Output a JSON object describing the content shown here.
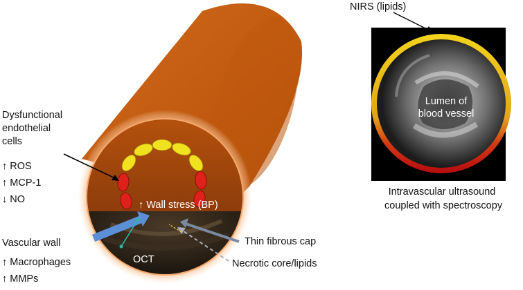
{
  "left_labels": {
    "dysfunctional": [
      "Dysfunctional",
      "endothelial",
      "cells"
    ],
    "markers": [
      "↑ ROS",
      "↑ MCP-1",
      "↓ NO"
    ],
    "vascular_wall": "Vascular wall",
    "wall_markers": [
      "↑ Macrophages",
      "↑ MMPs"
    ]
  },
  "vessel": {
    "wall_stress": "↑ Wall stress (BP)",
    "oct": "OCT",
    "thin_cap": "Thin fibrous cap",
    "necrotic": "Necrotic core/lipids"
  },
  "ivus": {
    "nirs_label": "NIRS (lipids)",
    "lumen_label": [
      "Lumen of",
      "blood vessel"
    ],
    "caption": [
      "Intravascular ultrasound",
      "coupled with spectroscopy"
    ]
  },
  "colors": {
    "vessel_orange": "#c0590f",
    "endothelial_yellow": "#f0e21e",
    "endothelial_red": "#e0201a",
    "nirs_ring_yellow": "#f2d21c",
    "nirs_ring_red": "#c01010",
    "probe_blue": "#5b8fd6"
  }
}
